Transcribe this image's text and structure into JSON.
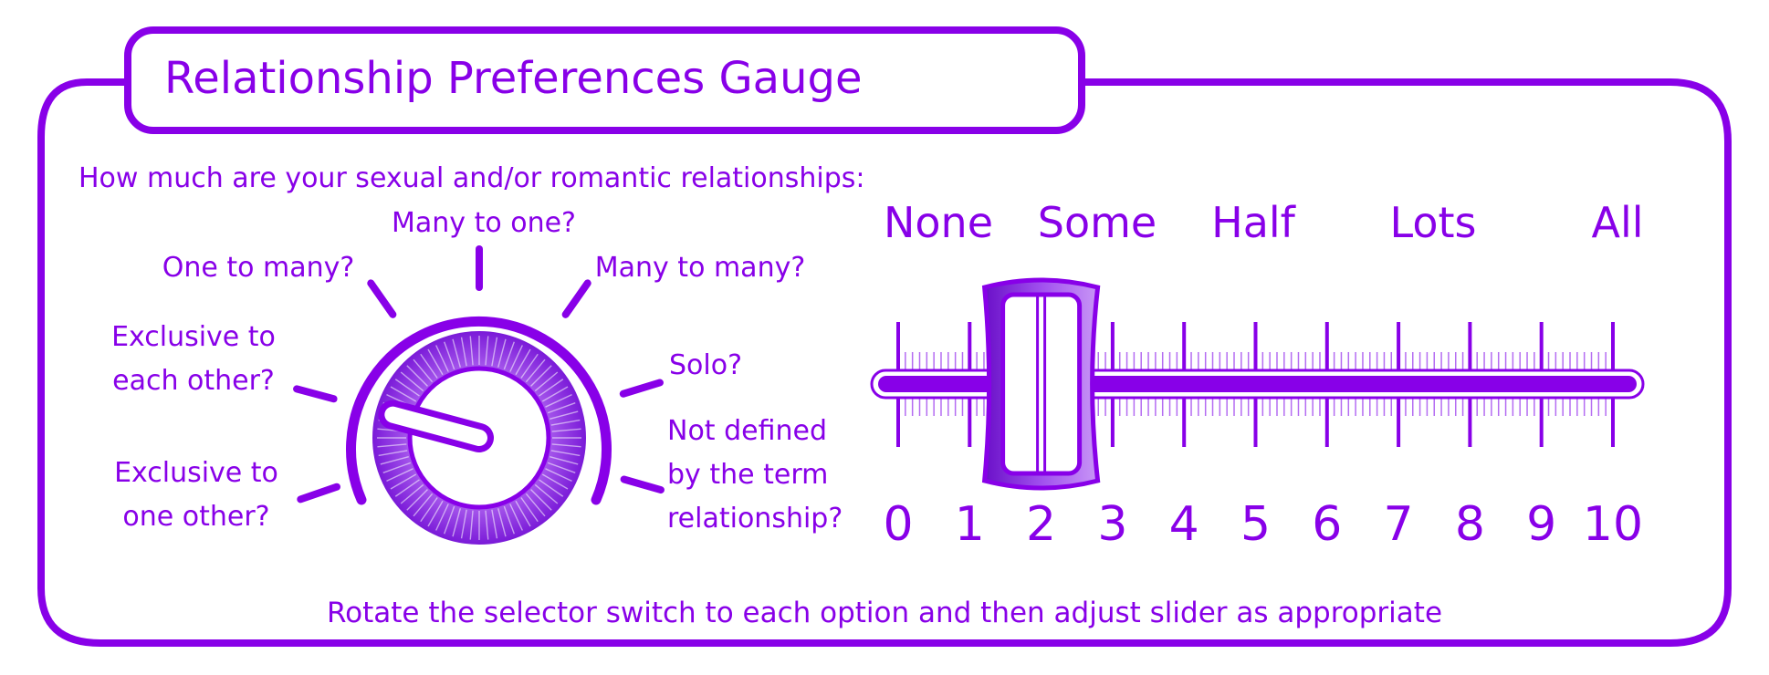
{
  "title": "Relationship Preferences Gauge",
  "question": "How much are your sexual and/or romantic relationships:",
  "selector": {
    "options": [
      {
        "lines": [
          "Exclusive to",
          "one other?"
        ]
      },
      {
        "lines": [
          "Exclusive to",
          "each other?"
        ]
      },
      {
        "lines": [
          "One to many?"
        ]
      },
      {
        "lines": [
          "Many to one?"
        ]
      },
      {
        "lines": [
          "Many to many?"
        ]
      },
      {
        "lines": [
          "Solo?"
        ]
      },
      {
        "lines": [
          "Not defined",
          "by the term",
          "relationship?"
        ]
      }
    ],
    "selected_index": 1
  },
  "slider": {
    "words": [
      "None",
      "Some",
      "Half",
      "Lots",
      "All"
    ],
    "numbers": [
      "0",
      "1",
      "2",
      "3",
      "4",
      "5",
      "6",
      "7",
      "8",
      "9",
      "10"
    ],
    "min": 0,
    "max": 10,
    "value": 2
  },
  "instruction": "Rotate the selector switch to each option and then adjust slider as appropriate",
  "colors": {
    "accent": "#8800e8",
    "accent_light": "#b46cf2",
    "knob_dark": "#7a1ad8",
    "background": "#ffffff"
  }
}
